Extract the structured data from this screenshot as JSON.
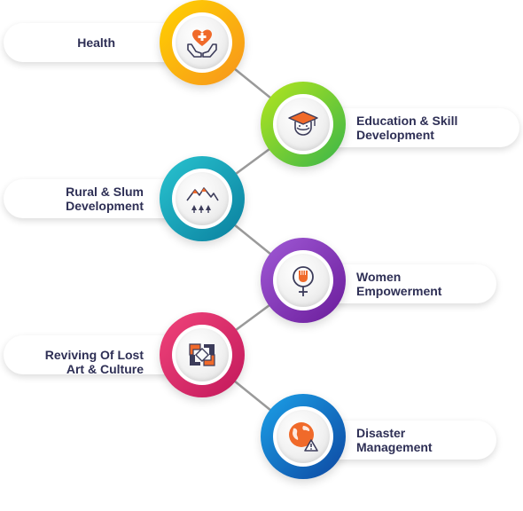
{
  "items": [
    {
      "label": "Health",
      "icon": "heart-hands-icon",
      "colors": [
        "#ffd200",
        "#f7941d"
      ]
    },
    {
      "label": "Education & Skill\nDevelopment",
      "icon": "graduation-cap-icon",
      "colors": [
        "#b5e61d",
        "#39b54a"
      ]
    },
    {
      "label": "Rural & Slum\nDevelopment",
      "icon": "mountains-trees-icon",
      "colors": [
        "#29c4d0",
        "#0a7f9e"
      ]
    },
    {
      "label": "Women\nEmpowerment",
      "icon": "female-fist-icon",
      "colors": [
        "#a05ad6",
        "#6a1b9a"
      ]
    },
    {
      "label": "Reviving Of Lost\nArt & Culture",
      "icon": "joined-hands-icon",
      "colors": [
        "#f0447a",
        "#c2185b"
      ]
    },
    {
      "label": "Disaster\nManagement",
      "icon": "globe-warning-icon",
      "colors": [
        "#1ca1e8",
        "#0d47a1"
      ]
    }
  ],
  "accent": {
    "icon_orange": "#f06a2a",
    "icon_dark": "#3c3c5a",
    "connector": "#9a9a9a"
  }
}
